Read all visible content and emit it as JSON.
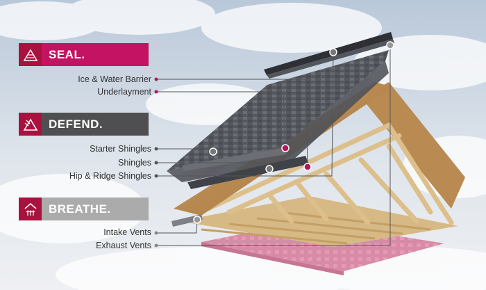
{
  "sections": {
    "seal": {
      "title": "SEAL.",
      "icon": "roof-seal-icon",
      "items": [
        "Ice & Water Barrier",
        "Underlayment"
      ]
    },
    "defend": {
      "title": "DEFEND.",
      "icon": "roof-defend-icon",
      "items": [
        "Starter Shingles",
        "Shingles",
        "Hip & Ridge Shingles"
      ]
    },
    "breathe": {
      "title": "BREATHE.",
      "icon": "roof-breathe-icon",
      "items": [
        "Intake Vents",
        "Exhaust Vents"
      ]
    }
  },
  "colors": {
    "seal_bar": "#c41362",
    "defend_bar": "#4f4f51",
    "breathe_bar": "#ababab",
    "icon_bg": "#a8123e",
    "pointer_magenta": "#b5155c",
    "pointer_gray": "#555555"
  }
}
